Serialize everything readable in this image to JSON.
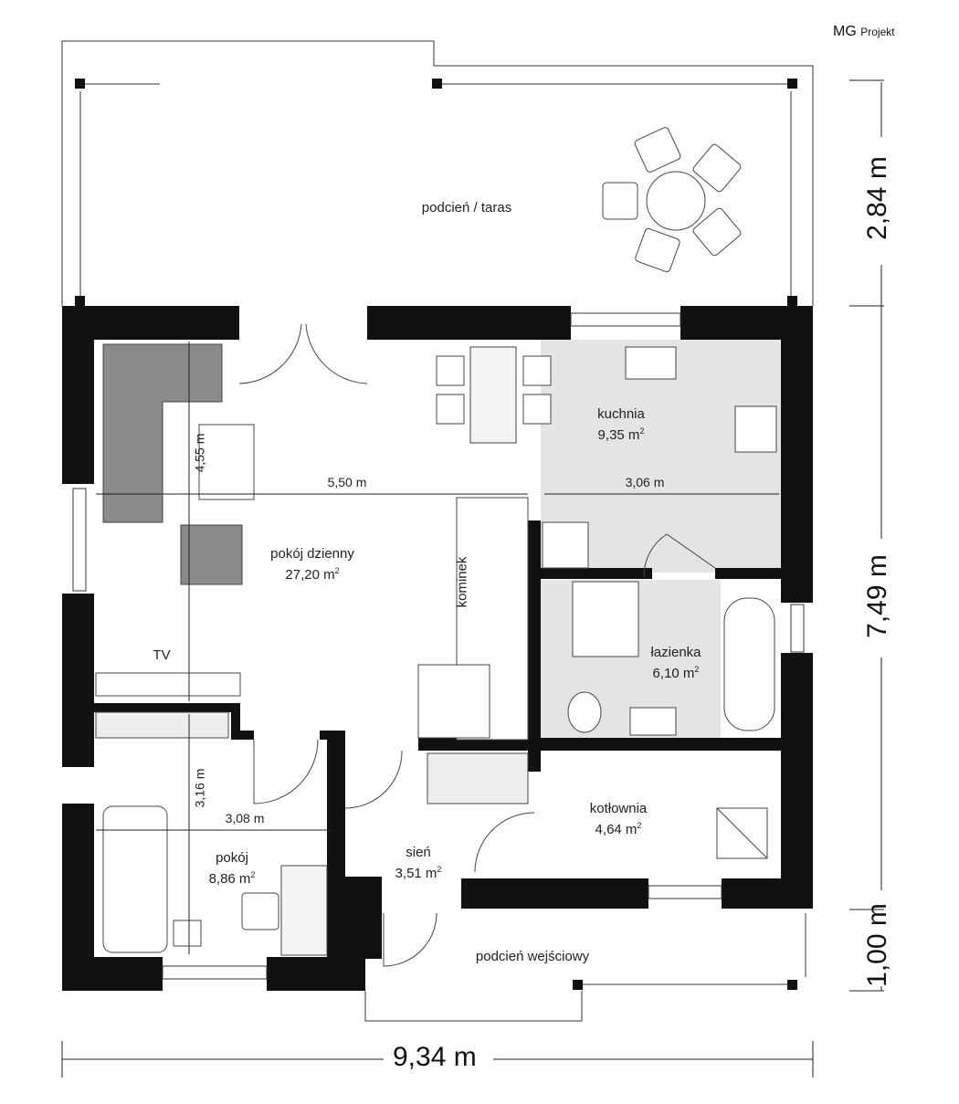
{
  "logo": {
    "brand": "MG",
    "suffix": "Projekt"
  },
  "rooms": {
    "terrace": {
      "name": "podcień / taras"
    },
    "living": {
      "name": "pokój dzienny",
      "area": "27,20 m",
      "unit_sup": "2"
    },
    "kitchen": {
      "name": "kuchnia",
      "area": "9,35 m",
      "unit_sup": "2"
    },
    "bathroom": {
      "name": "łazienka",
      "area": "6,10 m",
      "unit_sup": "2"
    },
    "boiler": {
      "name": "kotłownia",
      "area": "4,64 m",
      "unit_sup": "2"
    },
    "hall": {
      "name": "sień",
      "area": "3,51 m",
      "unit_sup": "2"
    },
    "room": {
      "name": "pokój",
      "area": "8,86 m",
      "unit_sup": "2"
    },
    "entrance": {
      "name": "podcień wejściowy"
    }
  },
  "labels": {
    "tv": "TV",
    "fireplace": "kominek"
  },
  "dimensions": {
    "living_width": "5,50 m",
    "kitchen_width": "3,06 m",
    "living_depth": "4,55 m",
    "room_depth": "3,16 m",
    "room_width": "3,08 m",
    "total_width": "9,34 m",
    "terrace_depth": "2,84 m",
    "house_depth": "7,49 m",
    "entrance_depth": "1,00 m"
  }
}
